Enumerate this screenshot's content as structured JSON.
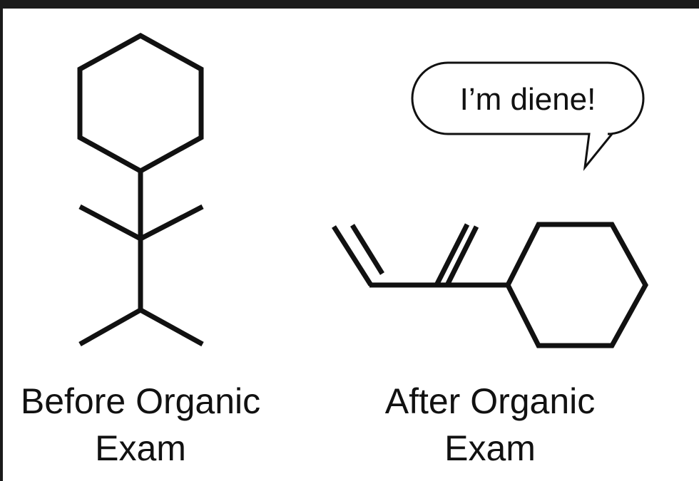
{
  "speech_bubble": {
    "text": "I’m diene!"
  },
  "captions": {
    "before": {
      "line1": "Before Organic",
      "line2": "Exam"
    },
    "after": {
      "line1": "After Organic",
      "line2": "Exam"
    }
  },
  "colors": {
    "frame": "#1a1a1a",
    "ink": "#111111",
    "background": "#ffffff"
  }
}
